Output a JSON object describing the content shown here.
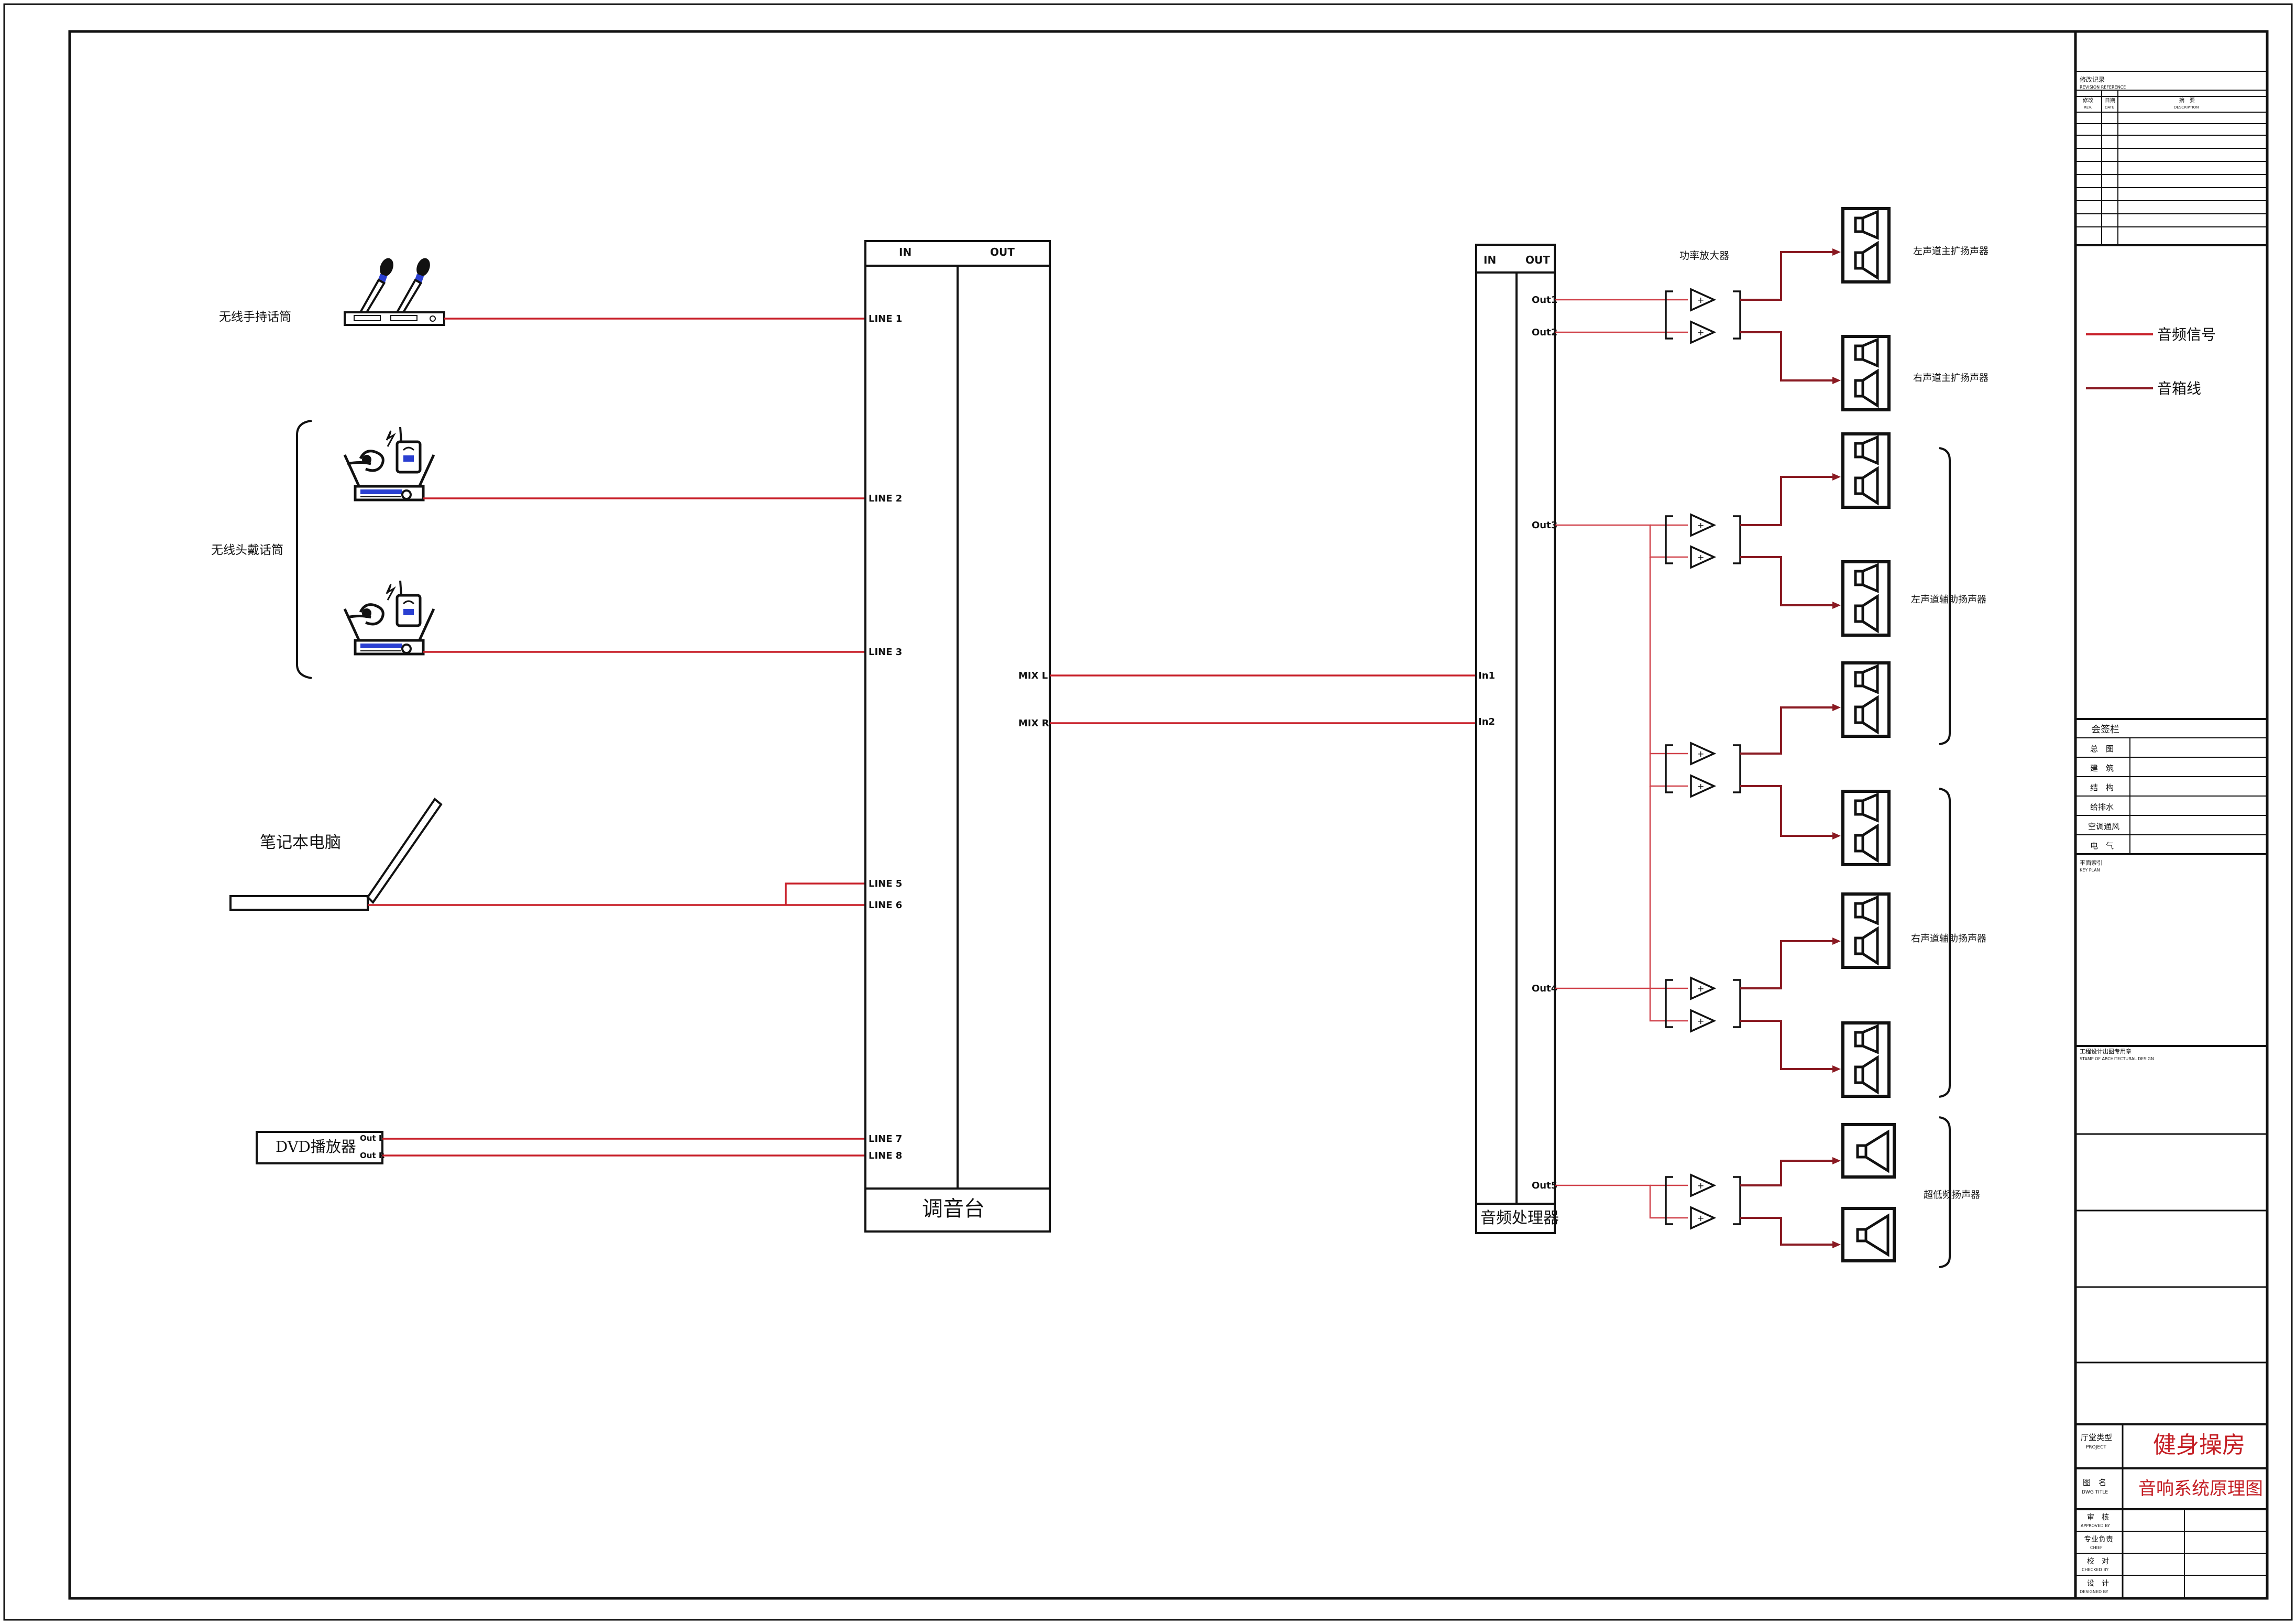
{
  "colors": {
    "signal": "#c8202a",
    "speaker_line": "#8a1a22",
    "stroke": "#111111",
    "accent_text": "#c41e24",
    "receiver_blue": "#2a3fd1"
  },
  "sources": {
    "wireless_handheld": "无线手持话筒",
    "wireless_headset": "无线头戴话筒",
    "laptop": "笔记本电脑",
    "dvd": "DVD播放器",
    "dvd_out_l": "Out L",
    "dvd_out_r": "Out R"
  },
  "mixer": {
    "in": "IN",
    "out": "OUT",
    "name": "调音台",
    "inputs": [
      "LINE 1",
      "LINE 2",
      "LINE 3",
      "LINE 5",
      "LINE 6",
      "LINE 7",
      "LINE 8"
    ],
    "mix_l": "MIX L",
    "mix_r": "MIX R"
  },
  "processor": {
    "in": "IN",
    "out": "OUT",
    "name": "音频处理器",
    "in1": "In1",
    "in2": "In2",
    "outputs": [
      "Out1",
      "Out2",
      "Out3",
      "Out4",
      "Out5"
    ]
  },
  "amplifier_label": "功率放大器",
  "speaker_groups": {
    "left_main": "左声道主扩扬声器",
    "right_main": "右声道主扩扬声器",
    "left_aux": "左声道辅助扬声器",
    "right_aux": "右声道辅助扬声器",
    "sub": "超低频扬声器"
  },
  "legend": {
    "audio_signal": "音频信号",
    "speaker_cable": "音箱线"
  },
  "title_block": {
    "revision_title": "修改记录",
    "revision_title_en": "REVISION REFERENCE",
    "rev_col_no": "修改",
    "rev_col_no_en": "REV.",
    "rev_col_date": "日期",
    "rev_col_date_en": "DATE",
    "rev_col_desc": "摘　要",
    "rev_col_desc_en": "DESCRIPTION",
    "signoff_title": "会签栏",
    "signoff_rows": [
      "总　图",
      "建　筑",
      "结　构",
      "给排水",
      "空调通风",
      "电　气"
    ],
    "keyplan": "平面索引",
    "keyplan_en": "KEY PLAN",
    "stamp": "工程设计出图专用章",
    "stamp_en": "STAMP OF ARCHITECTURAL DESIGN",
    "project_label": "厅堂类型",
    "project_label_en": "PROJECT",
    "project_value": "健身操房",
    "drawing_label": "图　名",
    "drawing_label_en": "DWG TITLE",
    "drawing_value": "音响系统原理图",
    "approved": "审　核",
    "approved_en": "APPROVED BY",
    "chief": "专业负责",
    "chief_en": "CHIEF",
    "checked": "校　对",
    "checked_en": "CHECKED BY",
    "designed": "设　计",
    "designed_en": "DESIGNED BY"
  }
}
